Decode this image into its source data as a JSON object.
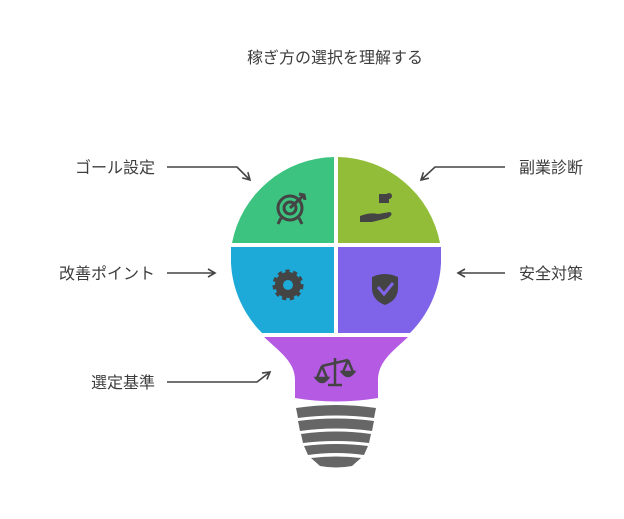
{
  "title": "稼ぎ方の選択を理解する",
  "segments": [
    {
      "label": "ゴール設定",
      "icon": "target-icon",
      "color": "#3CC380"
    },
    {
      "label": "副業診断",
      "icon": "hand-puzzle-icon",
      "color": "#92BD39"
    },
    {
      "label": "改善ポイント",
      "icon": "gear-icon",
      "color": "#1EAAD8"
    },
    {
      "label": "安全対策",
      "icon": "shield-check-icon",
      "color": "#7F63E8"
    },
    {
      "label": "選定基準",
      "icon": "scale-icon",
      "color": "#B55AE3"
    }
  ]
}
